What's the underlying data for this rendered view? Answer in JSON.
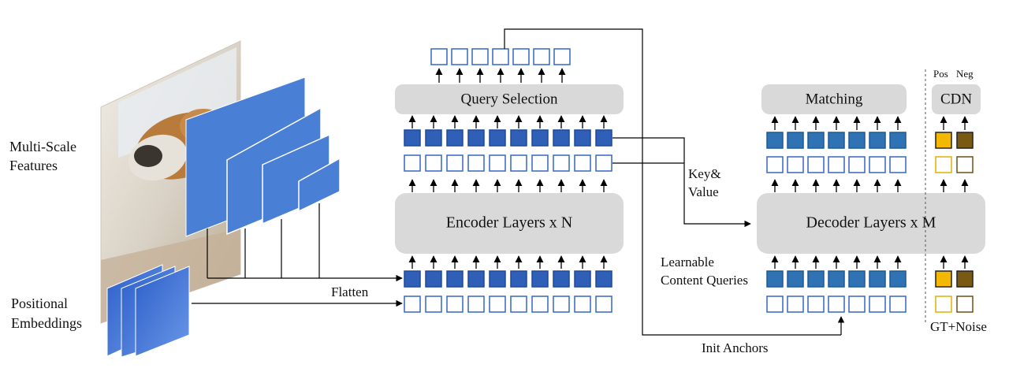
{
  "labels": {
    "multi_scale_line1": "Multi-Scale",
    "multi_scale_line2": "Features",
    "positional_line1": "Positional",
    "positional_line2": "Embeddings",
    "flatten": "Flatten",
    "query_selection": "Query Selection",
    "encoder_layers": "Encoder Layers x N",
    "key_value_line1": "Key&",
    "key_value_line2": "Value",
    "matching": "Matching",
    "cdn": "CDN",
    "pos": "Pos",
    "neg": "Neg",
    "decoder_layers": "Decoder Layers x M",
    "learnable_line1": "Learnable",
    "learnable_line2": "Content Queries",
    "init_anchors": "Init Anchors",
    "gt_noise": "GT+Noise"
  },
  "colors": {
    "feature_blue": "#4a7fd6",
    "token_blue": "#2f5fb7",
    "decoder_token_blue": "#2f73b5",
    "outline_blue": "#3566c2",
    "block_gray": "#d9d9d9",
    "pos_yellow": "#f5b800",
    "neg_brown": "#7a5a12",
    "pos_outline": "#e0b000",
    "neg_outline": "#6b5015"
  },
  "icons": {
    "photo": "dog-photo-icon"
  }
}
